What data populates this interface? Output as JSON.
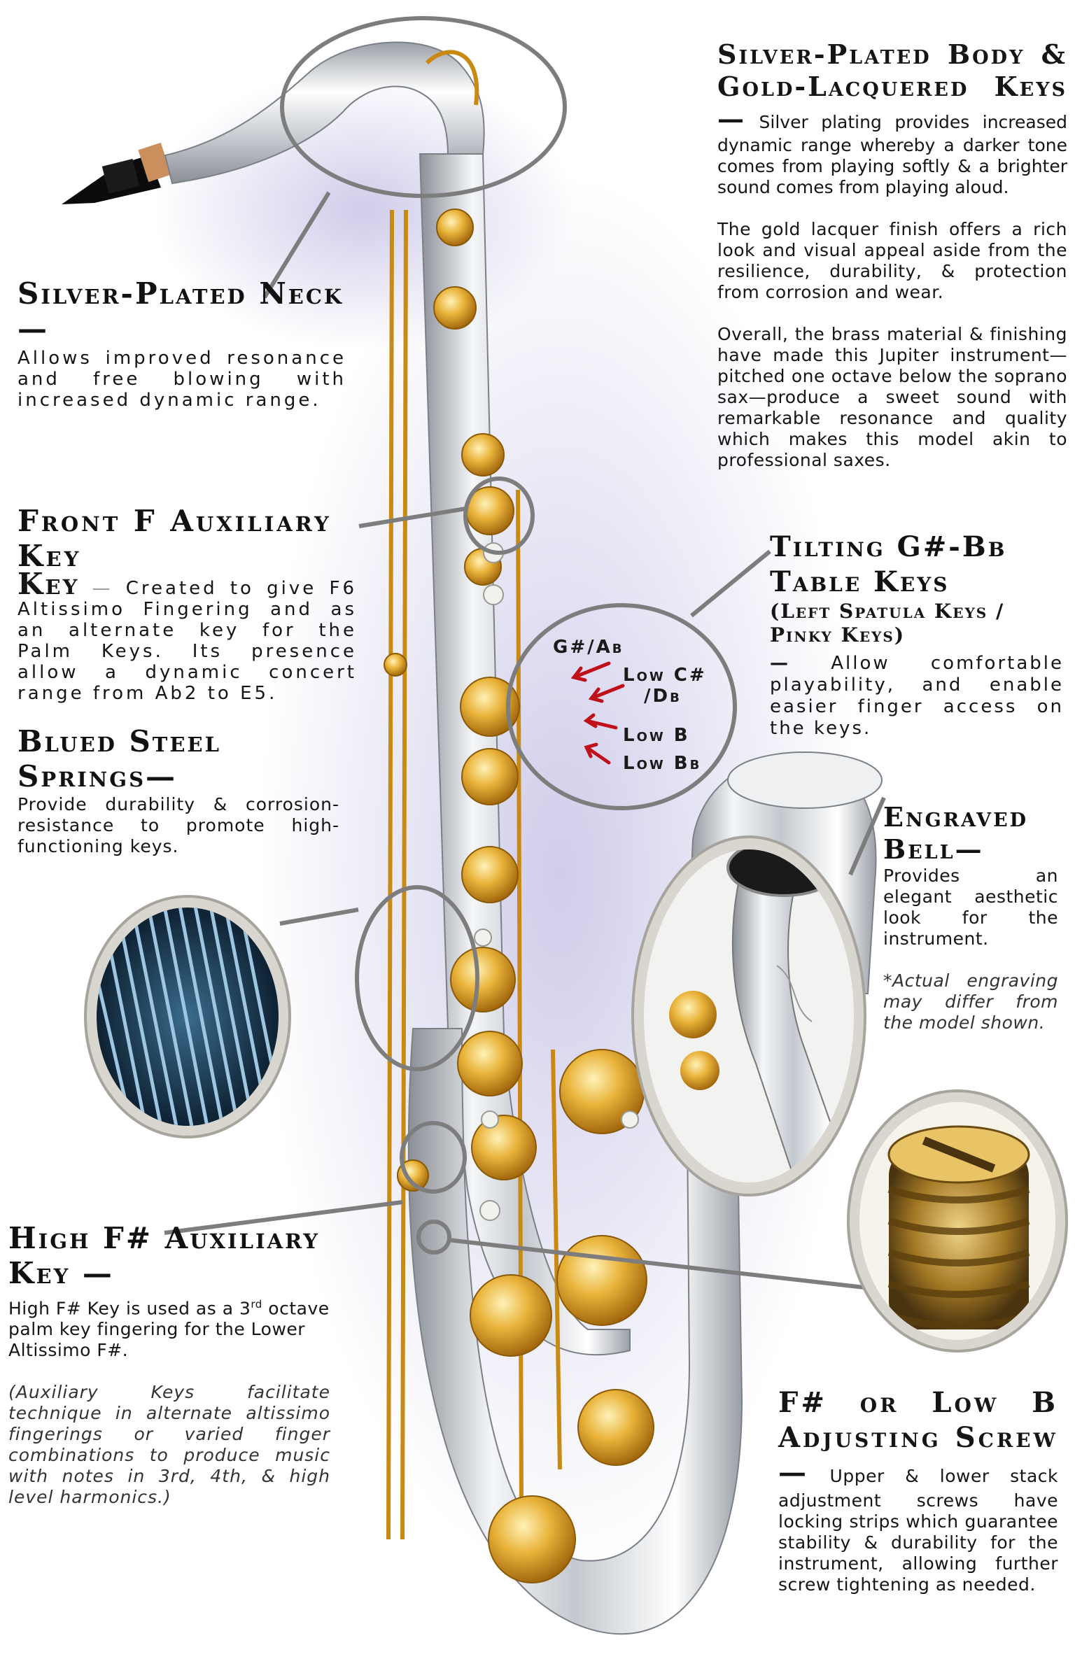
{
  "colors": {
    "silver": "#d9dde2",
    "gold": "#d89c1a",
    "callout_gray": "#7d7d7d",
    "arrow_red": "#c0101a",
    "shadow": "#c8c6e4"
  },
  "icons": [
    "saxophone-illustration",
    "springs-closeup",
    "bell-engraving-closeup",
    "adjusting-screw-closeup"
  ],
  "callouts": {
    "neck": {
      "title": "Silver-Plated Neck—",
      "body": "Allows improved resonance and free blowing with increased dynamic range."
    },
    "front_f": {
      "title": "Front F Auxiliary Key",
      "dash": "—",
      "body": "Created to give F6 Altissimo Fingering and as an alternate key for the Palm Keys. Its presence allow a dynamic concert range from Ab2 to E5."
    },
    "springs": {
      "title": "Blued Steel Springs—",
      "body": "Provide durability & corrosion-resistance to promote high-functioning keys."
    },
    "high_fs": {
      "title": "High F# Auxiliary Key —",
      "body_pre": "High F# Key is used as a 3",
      "body_sup": "rd",
      "body_post": " octave palm key fingering for the Lower Altissimo F#.",
      "note": "(Auxiliary Keys facilitate technique in alternate altissimo fingerings or varied finger combinations to produce music with notes in 3rd, 4th, & high level harmonics.)"
    },
    "body_keys": {
      "title": "Silver-Plated Body & Gold-Lacquered Keys—",
      "body": "Silver plating provides increased dynamic range whereby a darker tone comes from playing softly & a brighter sound comes from playing aloud.",
      "para2": "The gold lacquer finish offers a rich look and visual appeal aside from the resilience, durability, & protection from corrosion and wear.",
      "para3": "Overall, the brass material & finishing have made this Jupiter instrument—pitched one octave below the soprano sax—produce a sweet sound with remarkable resonance and quality which makes this model akin to professional saxes."
    },
    "tilting": {
      "title": "Tilting G#-Bb Table Keys",
      "subtitle": "(Left Spatula Keys / Pinky Keys)",
      "dash": "—",
      "body": "Allow comfortable playability, and enable easier finger access on the keys."
    },
    "bell": {
      "title": "Engraved Bell—",
      "body": "Provides an elegant aesthetic look for the instrument.",
      "note": "*Actual engraving may differ from the model shown."
    },
    "screw": {
      "title": "F# or Low B Adjusting Screw—",
      "body": "Upper & lower stack adjustment screws have locking strips which guarantee stability & durability for the instrument, allowing further screw tightening as needed."
    }
  },
  "key_labels": {
    "gs_ab": "G#/Ab",
    "low_cs": "Low C#",
    "db": "/Db",
    "low_b": "Low B",
    "low_bb": "Low Bb"
  }
}
